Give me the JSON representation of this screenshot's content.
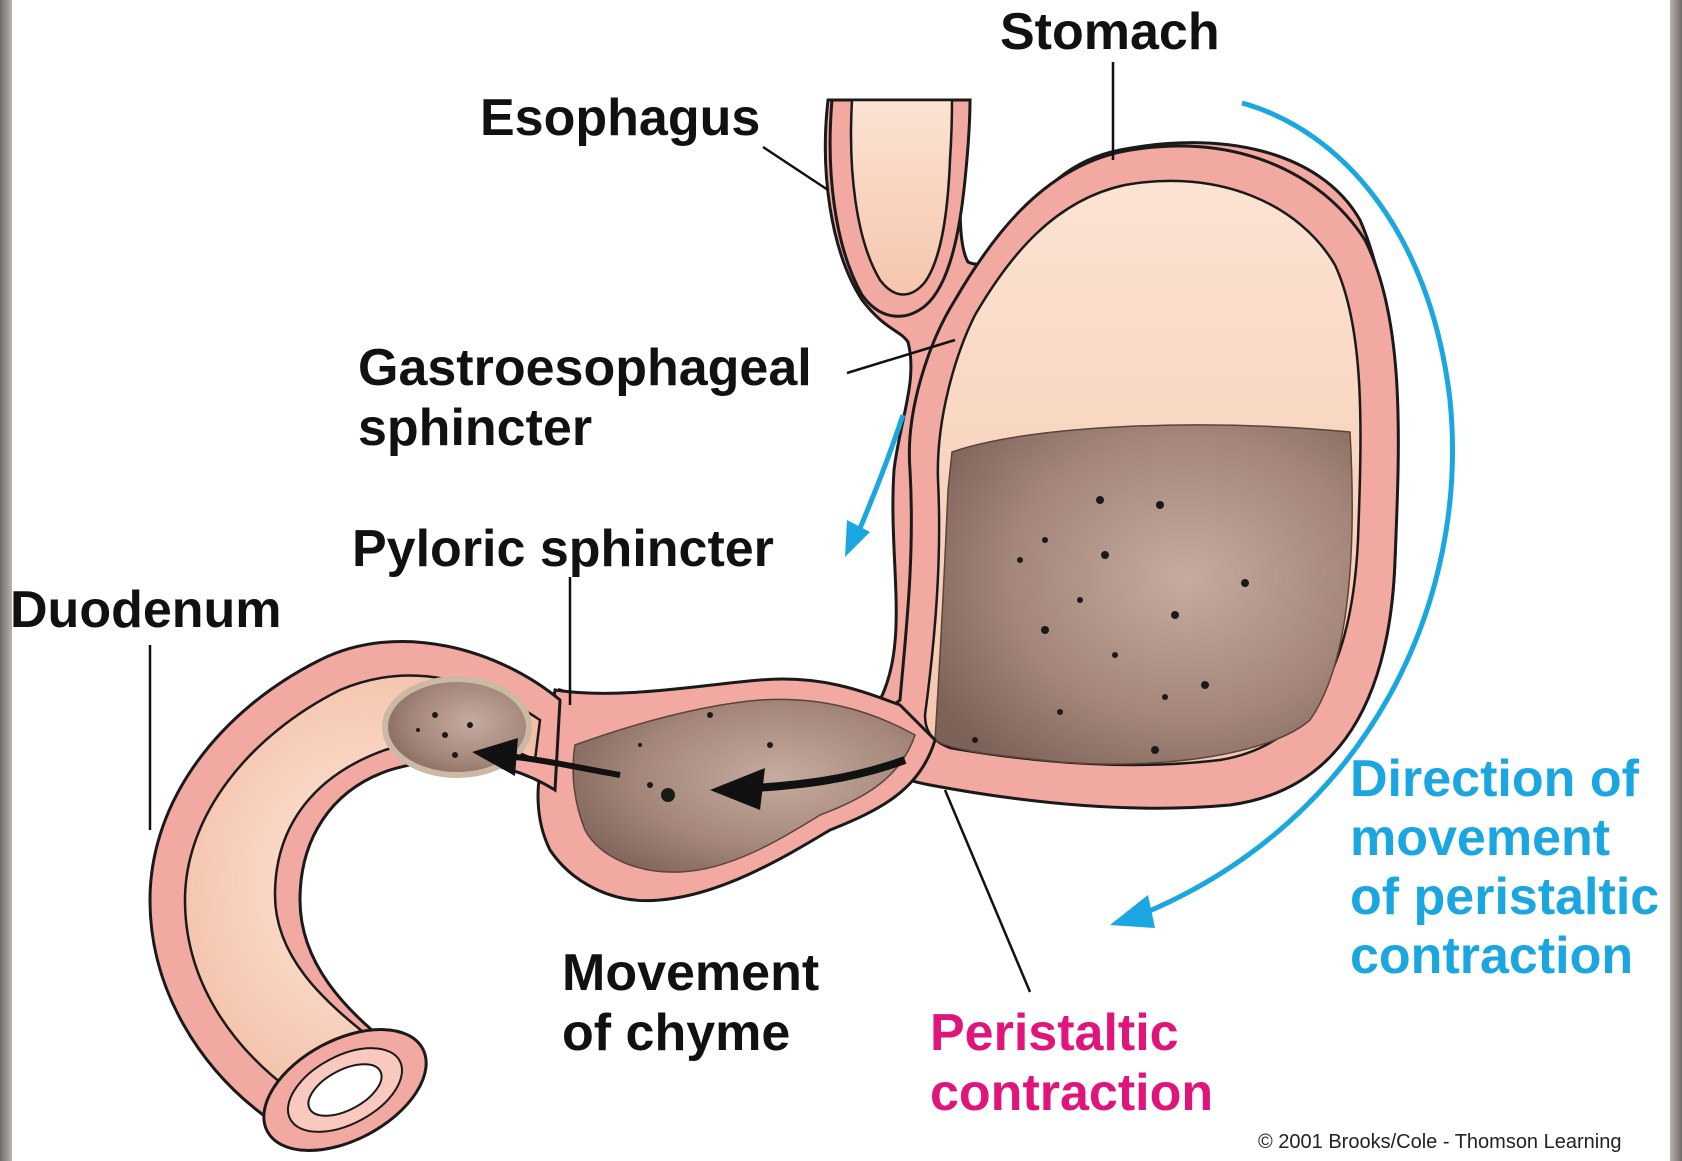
{
  "labels": {
    "stomach": "Stomach",
    "esophagus": "Esophagus",
    "gastroesophageal": "Gastroesophageal",
    "gastroesophageal_2": "sphincter",
    "pyloric": "Pyloric sphincter",
    "duodenum": "Duodenum",
    "movement_1": "Movement",
    "movement_2": "of chyme",
    "peristaltic_1": "Peristaltic",
    "peristaltic_2": "contraction",
    "direction_1": "Direction of",
    "direction_2": "movement",
    "direction_3": "of peristaltic",
    "direction_4": "contraction"
  },
  "copyright": "© 2001 Brooks/Cole - Thomson Learning",
  "colors": {
    "wall": "#f2a9a2",
    "wall_inner": "#f9c9bf",
    "lining": "#f7d4bd",
    "chyme": "#a38679",
    "chyme_dark": "#7d6258",
    "blue_arrow": "#1aa6e0",
    "magenta_text": "#e0147a",
    "outline": "#1a1a1a"
  }
}
